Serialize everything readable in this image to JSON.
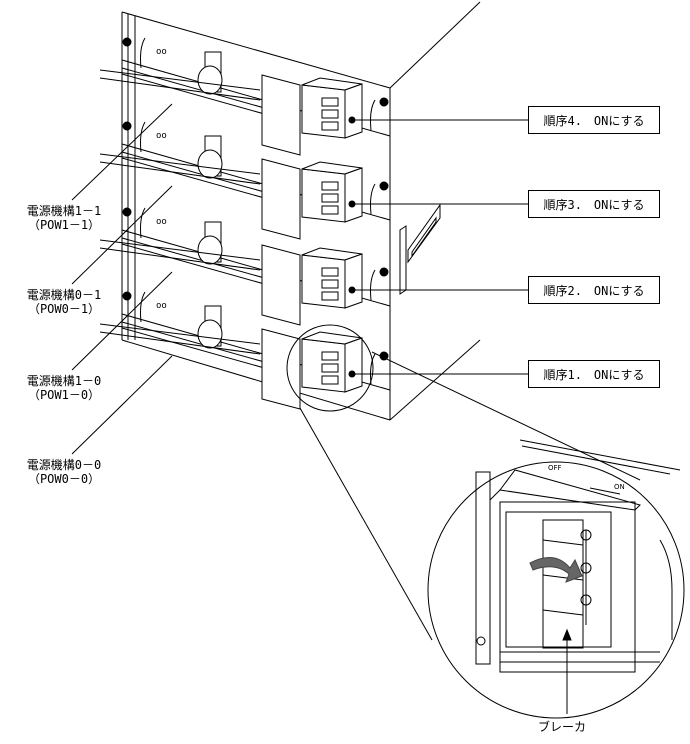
{
  "power_units": [
    {
      "name": "電源機構1－1",
      "code": "（POW1－1）"
    },
    {
      "name": "電源機構0－1",
      "code": "（POW0－1）"
    },
    {
      "name": "電源機構1－0",
      "code": "（POW1－0）"
    },
    {
      "name": "電源機構0－0",
      "code": "（POW0－0）"
    }
  ],
  "steps": [
    {
      "label": "順序4.　ONにする"
    },
    {
      "label": "順序3.　ONにする"
    },
    {
      "label": "順序2.　ONにする"
    },
    {
      "label": "順序1.　ONにする"
    }
  ],
  "detail": {
    "off_label": "OFF",
    "on_label": "ON",
    "breaker_label": "ブレーカ",
    "arrow_color": "#666666"
  }
}
